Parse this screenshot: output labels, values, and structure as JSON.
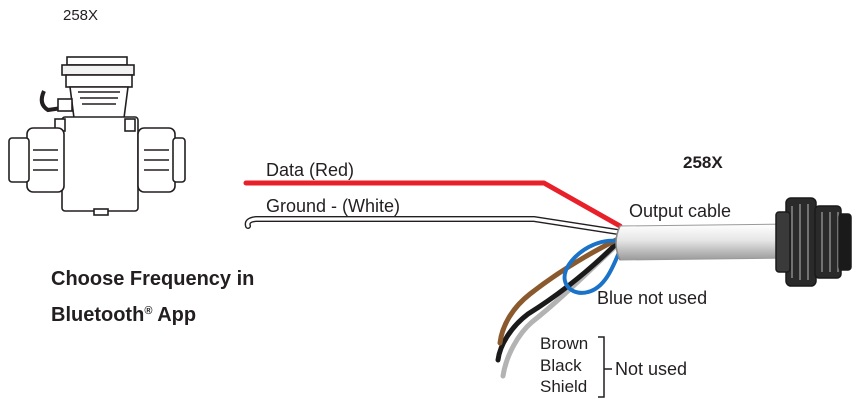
{
  "top_label": "258X",
  "model_label": "258X",
  "wires": {
    "data": "Data (Red)",
    "ground": "Ground - (White)",
    "output_cable": "Output cable",
    "blue": "Blue not used",
    "brown": "Brown",
    "black": "Black",
    "shield": "Shield",
    "not_used": "Not used"
  },
  "instruction": {
    "line1": "Choose Frequency in",
    "line2_main": "Bluetooth",
    "line2_reg": "®",
    "line2_end": " App"
  },
  "colors": {
    "data_wire": "#e8202a",
    "ground_wire": "#ffffff",
    "blue_wire": "#1a72c9",
    "brown_wire": "#8a5a2e",
    "black_wire": "#1a1a1a",
    "shield_wire": "#b3b3b3",
    "cable_jacket": "#d9d9d9",
    "text": "#231f20"
  }
}
